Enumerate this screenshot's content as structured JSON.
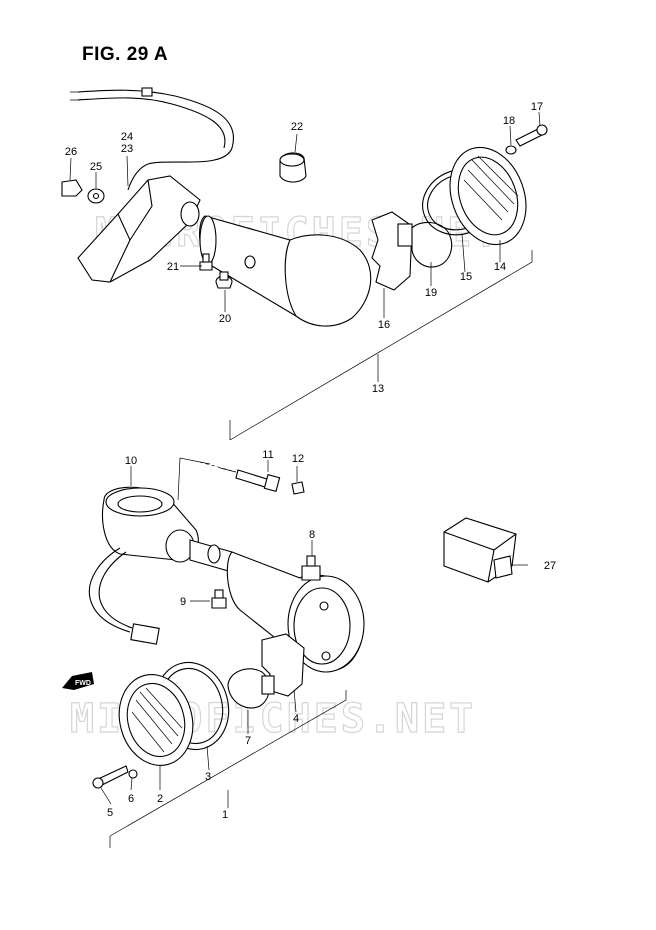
{
  "figure": {
    "title": "FIG. 29 A"
  },
  "watermark": "MICROFICHES.NET",
  "direction_marker": "FWD",
  "callouts": [
    "1",
    "2",
    "3",
    "4",
    "5",
    "6",
    "7",
    "8",
    "9",
    "10",
    "11",
    "12",
    "13",
    "14",
    "15",
    "16",
    "17",
    "18",
    "19",
    "20",
    "21",
    "22",
    "23",
    "24",
    "25",
    "26",
    "27"
  ]
}
